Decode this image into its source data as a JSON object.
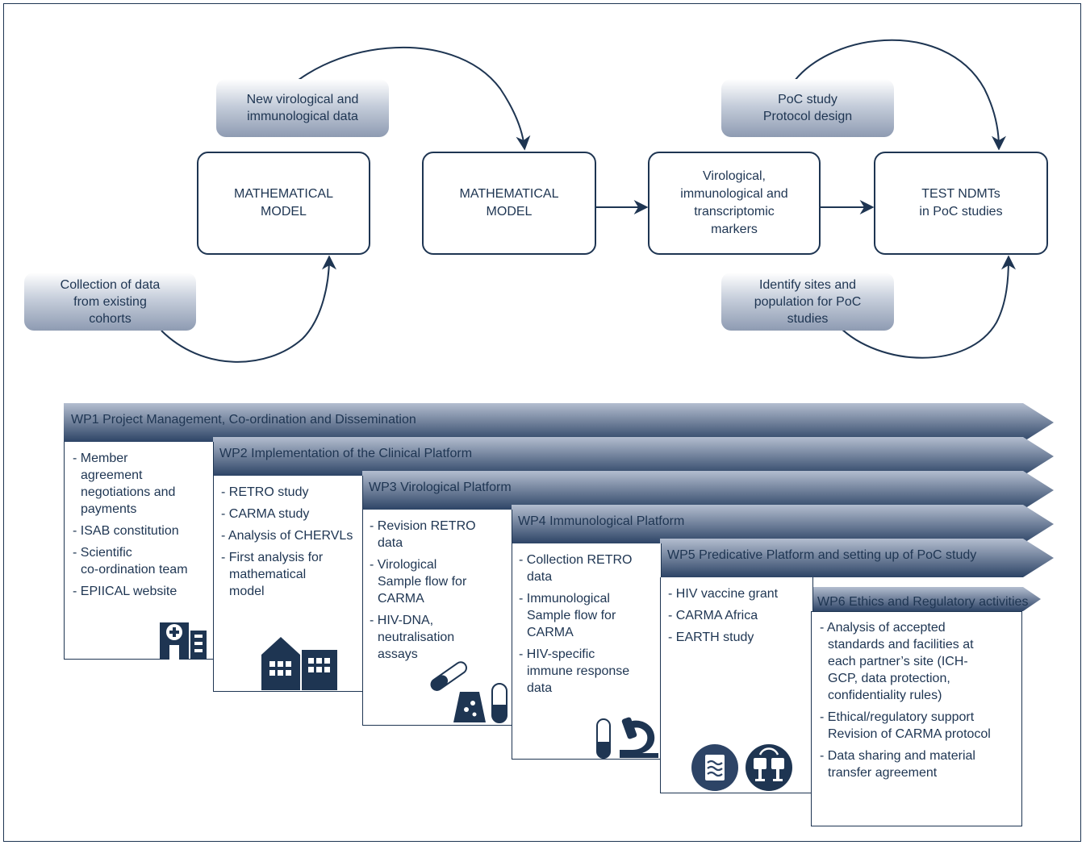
{
  "flow": {
    "model_1": "MATHEMATICAL\nMODEL",
    "model_2": "MATHEMATICAL\nMODEL",
    "markers": "Virological,\nimmunological and\ntranscriptomic\nmarkers",
    "test": "TEST NDMTs\nin PoC studies",
    "input_virological": "New virological and\nimmunological data",
    "input_cohorts": "Collection of data\nfrom existing\ncohorts",
    "input_poc_design": "PoC study\nProtocol design",
    "input_sites": "Identify sites and\npopulation for PoC\nstudies"
  },
  "work_packages": [
    {
      "title": "WP1 Project Management, Co-ordination and Dissemination",
      "items": [
        "- Member\nagreement\nnegotiations and\npayments",
        "- ISAB constitution",
        "- Scientific\nco-ordination team",
        "- EPIICAL website"
      ],
      "icon": "hospital-icon"
    },
    {
      "title": "WP2 Implementation of the Clinical Platform",
      "items": [
        "- RETRO study",
        "- CARMA study",
        "- Analysis of CHERVLs",
        "- First analysis for\nmathematical\nmodel"
      ],
      "icon": "buildings-icon"
    },
    {
      "title": "WP3 Virological Platform",
      "items": [
        "- Revision RETRO\ndata",
        "- Virological\nSample flow for\nCARMA",
        "- HIV-DNA,\nneutralisation\nassays"
      ],
      "icon": "lab-equipment-icon"
    },
    {
      "title": "WP4 Immunological Platform",
      "items": [
        "- Collection RETRO\ndata",
        "- Immunological\nSample flow for\nCARMA",
        "- HIV-specific\nimmune response\ndata"
      ],
      "icon": "microscope-icon"
    },
    {
      "title": "WP5 Predicative Platform and setting up of PoC study",
      "items": [
        "- HIV vaccine grant",
        "- CARMA Africa",
        "- EARTH study"
      ],
      "icon": "data-network-icon"
    },
    {
      "title": "WP6 Ethics and Regulatory activities",
      "items": [
        "- Analysis of accepted\nstandards and facilities at\neach partner’s site (ICH-\nGCP, data protection,\nconfidentiality rules)",
        "- Ethical/regulatory support\nRevision of CARMA protocol",
        "- Data sharing and material\ntransfer agreement"
      ],
      "icon": ""
    }
  ],
  "colors": {
    "navy": "#1e3552",
    "arrow_dark": "#2d4466",
    "arrow_light": "#b3bdcf"
  }
}
